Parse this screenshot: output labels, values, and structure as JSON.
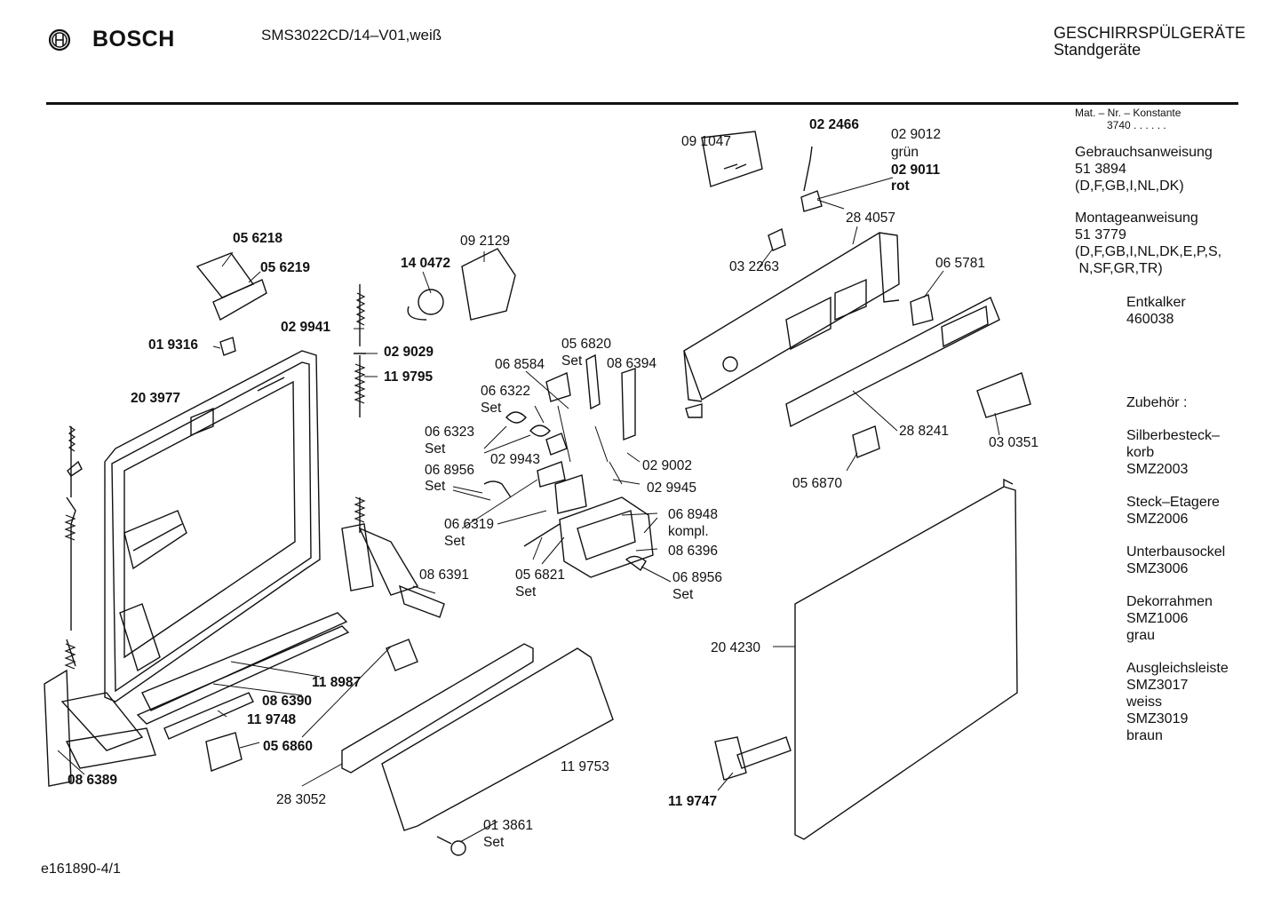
{
  "header": {
    "brand": "BOSCH",
    "model": "SMS3022CD/14–V01,weiß",
    "category_line1": "GESCHIRRSPÜLGERÄTE",
    "category_line2": "Standgeräte"
  },
  "sidebar": {
    "mat_header": "Mat. – Nr. – Konstante",
    "mat_value": "3740 . . . . . .",
    "gebrauch_title": "Gebrauchsanweisung",
    "gebrauch_nr": "51 3894",
    "gebrauch_lang": "(D,F,GB,I,NL,DK)",
    "montage_title": "Montageanweisung",
    "montage_nr": "51 3779",
    "montage_lang1": "(D,F,GB,I,NL,DK,E,P,S,",
    "montage_lang2": " N,SF,GR,TR)",
    "entkalker_title": "Entkalker",
    "entkalker_nr": "460038",
    "zubehoer": "Zubehör :",
    "acc1_l1": "Silberbesteck–",
    "acc1_l2": "korb",
    "acc1_l3": "SMZ2003",
    "acc2_l1": "Steck–Etagere",
    "acc2_l2": "SMZ2006",
    "acc3_l1": "Unterbausockel",
    "acc3_l2": "SMZ3006",
    "acc4_l1": "Dekorrahmen",
    "acc4_l2": "SMZ1006",
    "acc4_l3": "grau",
    "acc5_l1": "Ausgleichsleiste",
    "acc5_l2": "SMZ3017",
    "acc5_l3": "weiss",
    "acc5_l4": "SMZ3019",
    "acc5_l5": "braun"
  },
  "footer": {
    "code": "e161890-4/1"
  },
  "parts": {
    "p091047": "09 1047",
    "p022466": "02 2466",
    "p029012": "02 9012",
    "gruen": "grün",
    "p029011": "02 9011",
    "rot": "rot",
    "p284057": "28 4057",
    "p032263": "03 2263",
    "p065781": "06 5781",
    "p056218": "05 6218",
    "p056219": "05 6219",
    "p092129": "09 2129",
    "p140472": "14 0472",
    "p029941": "02 9941",
    "p029029": "02 9029",
    "p119795": "11 9795",
    "p019316": "01 9316",
    "p203977": "20 3977",
    "p056820": "05 6820",
    "set": "Set",
    "p068584": "06 8584",
    "p086394": "08 6394",
    "p066322": "06 6322",
    "p066323": "06 6323",
    "p029943": "02 9943",
    "p029002": "02 9002",
    "p029945": "02 9945",
    "p068956a": "06 8956",
    "p066319": "06 6319",
    "p068948": "06 8948",
    "kompl": "kompl.",
    "p086396": "08 6396",
    "p056821": "05 6821",
    "p068956b": "06 8956",
    "p086391": "08 6391",
    "p288241": "28 8241",
    "p030351": "03 0351",
    "p056870": "05 6870",
    "p204230": "20 4230",
    "p118987": "11 8987",
    "p086390": "08 6390",
    "p119748": "11 9748",
    "p056860": "05 6860",
    "p086389": "08 6389",
    "p119753": "11 9753",
    "p283052": "28 3052",
    "p013861": "01 3861",
    "p119747": "11 9747"
  }
}
